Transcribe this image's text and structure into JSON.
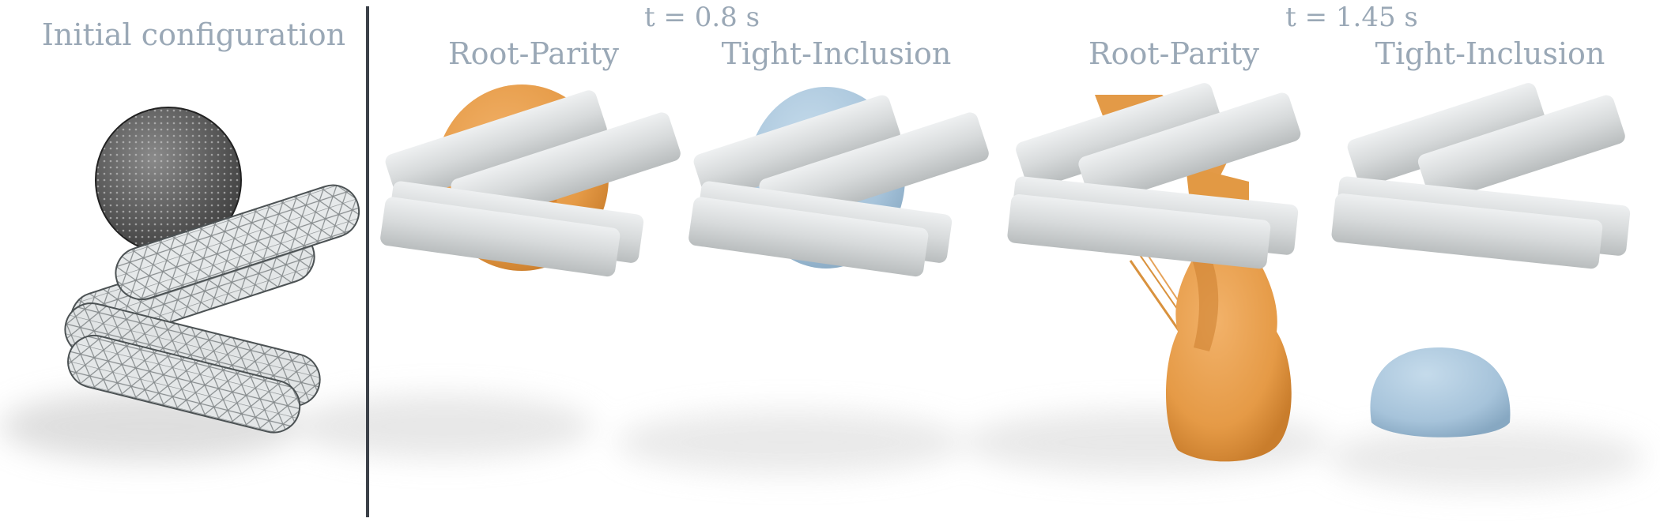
{
  "labels": {
    "initial": "Initial configuration",
    "time_a": "t = 0.8 s",
    "time_b": "t = 1.45 s",
    "method_a": "Root-Parity",
    "method_b": "Tight-Inclusion"
  },
  "colors": {
    "label_text": "#9aa8b6",
    "divider": "#3b4048",
    "rod_fill": "#d9dcdd",
    "rod_end": "#c9cdce",
    "orange_blob": "#e79a45",
    "blue_blob": "#a9c6dd",
    "mesh_sphere": "#6f6f6f",
    "shadow": "#c8c8c8"
  },
  "panels": [
    {
      "name": "initial-configuration",
      "content": "mesh-sphere-above-rods"
    },
    {
      "name": "root-parity-0.8s",
      "content": "orange-blob-penetrating-rods"
    },
    {
      "name": "tight-inclusion-0.8s",
      "content": "blue-blob-wrapped-around-rods"
    },
    {
      "name": "root-parity-1.45s",
      "content": "orange-blob-torn-through-rods"
    },
    {
      "name": "tight-inclusion-1.45s",
      "content": "blue-blob-resting-below-rods"
    }
  ]
}
